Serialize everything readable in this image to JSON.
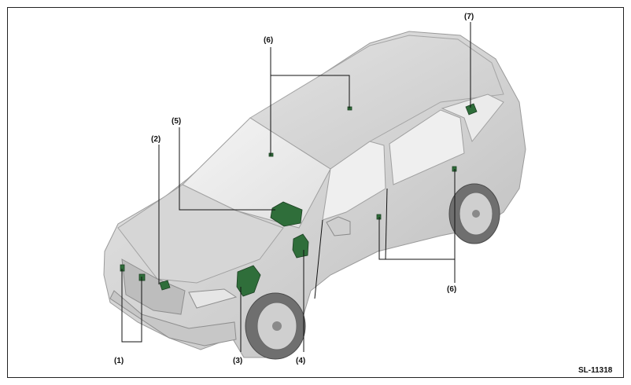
{
  "diagram": {
    "figure_code": "SL-11318",
    "callouts": [
      {
        "id": "c1",
        "label": "(1)"
      },
      {
        "id": "c2",
        "label": "(2)"
      },
      {
        "id": "c3",
        "label": "(3)"
      },
      {
        "id": "c4",
        "label": "(4)"
      },
      {
        "id": "c5",
        "label": "(5)"
      },
      {
        "id": "c6a",
        "label": "(6)"
      },
      {
        "id": "c6b",
        "label": "(6)"
      },
      {
        "id": "c7",
        "label": "(7)"
      }
    ]
  },
  "colors": {
    "component": "#2f6e3a",
    "car_body": "#d9d9d9",
    "outline": "#222222"
  }
}
